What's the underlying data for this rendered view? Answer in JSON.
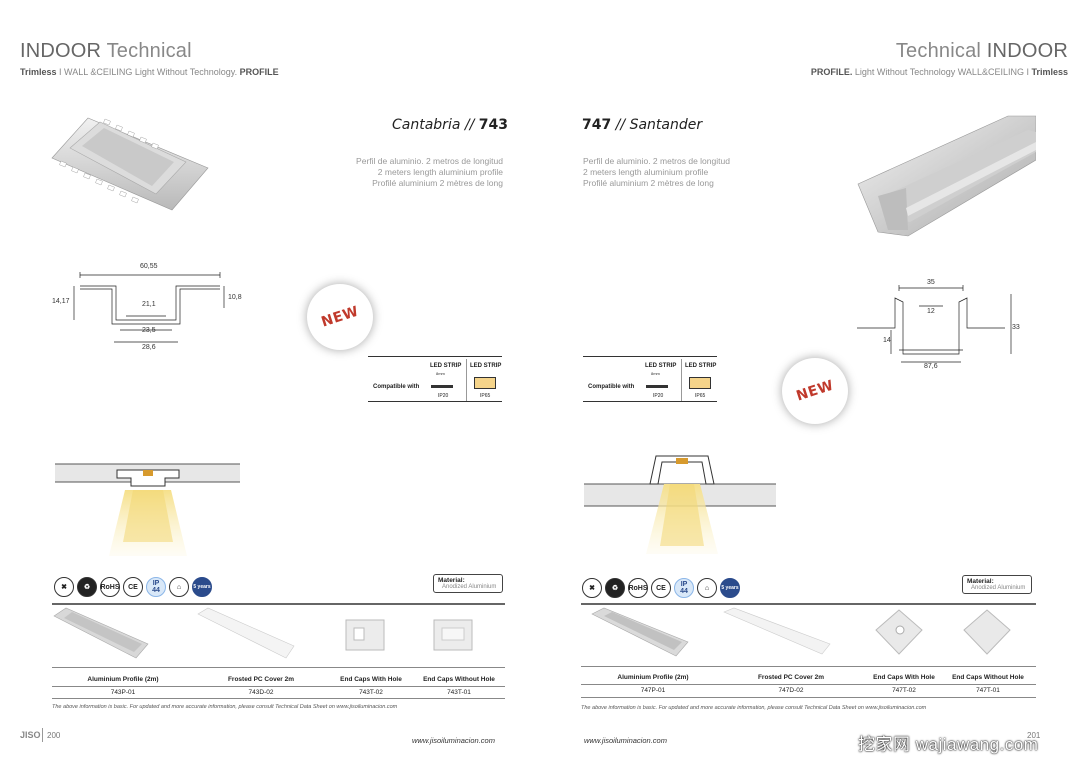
{
  "left_page": {
    "header_title_bold": "INDOOR",
    "header_title_rest": " Technical",
    "header_sub_bold1": "Trimless",
    "header_sub_mid": " I WALL &CEILING Light Without Technology. ",
    "header_sub_bold2": "PROFILE",
    "product_name": "Cantabria",
    "product_code": "743",
    "product_sep": " // ",
    "desc_es": "Perfil de aluminio. 2 metros de longitud",
    "desc_en": "2 meters length aluminium profile",
    "desc_fr": "Profilé aluminium 2 mètres de long",
    "dims": {
      "w": "60,55",
      "h_left": "14,17",
      "h_right": "10,8",
      "inner": "21,1",
      "mid": "23,5",
      "bottom": "28,6"
    },
    "badge": "NEW",
    "compat_label": "Compatible with",
    "compat_col1": "LED STRIP",
    "compat_col2": "LED STRIP",
    "compat_small": "8mm",
    "compat_ip1": "IP20",
    "compat_ip2": "IP65",
    "material_title": "Material:",
    "material_value": "Anodized  Aluminium",
    "accessories": [
      {
        "label": "Aluminium Profile (2m)",
        "code": "743P-01"
      },
      {
        "label": "Frosted PC Cover 2m",
        "code": "743D-02"
      },
      {
        "label": "End Caps With Hole",
        "code": "743T-02"
      },
      {
        "label": "End Caps Without Hole",
        "code": "743T-01"
      }
    ],
    "footnote": "The above information is basic. For updated and more accurate information, please consult Technical Data Sheet on www.jisoiluminacion.com",
    "url": "www.jisoiluminacion.com",
    "logo": "JISO",
    "page_number": "200"
  },
  "right_page": {
    "header_title_rest": "Technical ",
    "header_title_bold": "INDOOR",
    "header_sub_bold1": "PROFILE.",
    "header_sub_mid": " Light Without Technology WALL&CEILING I ",
    "header_sub_bold2": "Trimless",
    "product_code": "747",
    "product_sep": " // ",
    "product_name": "Santander",
    "desc_es": "Perfil de aluminio. 2 metros de longitud",
    "desc_en": "2 meters length aluminium profile",
    "desc_fr": "Profilé aluminium 2 mètres de long",
    "dims": {
      "top": "35",
      "inner": "12",
      "left": "14",
      "right": "33",
      "bottom": "87,6"
    },
    "badge": "NEW",
    "compat_label": "Compatible with",
    "compat_col1": "LED STRIP",
    "compat_col2": "LED STRIP",
    "compat_small": "8mm",
    "compat_ip1": "IP20",
    "compat_ip2": "IP65",
    "material_title": "Material:",
    "material_value": "Anodized  Aluminium",
    "accessories": [
      {
        "label": "Aluminium Profile (2m)",
        "code": "747P-01"
      },
      {
        "label": "Frosted PC Cover 2m",
        "code": "747D-02"
      },
      {
        "label": "End Caps With Hole",
        "code": "747T-02"
      },
      {
        "label": "End Caps Without Hole",
        "code": "747T-01"
      }
    ],
    "footnote": "The above information is basic. For updated and more accurate information, please consult Technical Data Sheet on www.jisoiluminacion.com",
    "url": "www.jisoiluminacion.com",
    "page_number": "201"
  },
  "cert_icons": [
    "weee-icon",
    "recycle-icon",
    "rohs-icon",
    "ce-icon",
    "ip44-icon",
    "indoor-icon",
    "warranty-5-years-icon"
  ],
  "cert_text": {
    "rohs": "RoHS",
    "ce": "CE",
    "ip": "IP",
    "ip_val": "44",
    "warranty": "5 years"
  },
  "watermark": "挖家网 wajiawang.com"
}
